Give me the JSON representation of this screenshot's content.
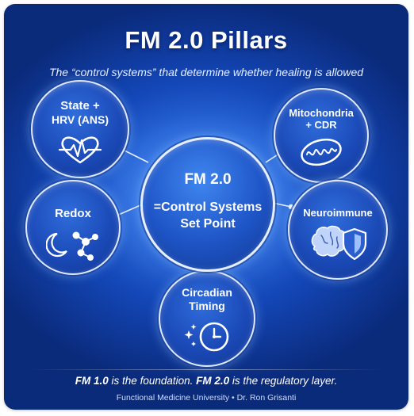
{
  "title": "FM 2.0 Pillars",
  "subtitle": "The “control systems” that determine whether healing is allowed",
  "center": {
    "line1": "FM 2.0",
    "line2": "=Control Systems",
    "line3": "Set Point"
  },
  "pillars": {
    "state": {
      "line1": "State +",
      "line2": "HRV (ANS)",
      "icon": "heart-ecg-icon"
    },
    "mito": {
      "line1": "Mitochondria",
      "line2": "+ CDR",
      "icon": "mitochondria-icon"
    },
    "redox": {
      "label": "Redox",
      "icon": "moon-molecule-icon"
    },
    "neuro": {
      "label": "Neuroimmune",
      "icon": "brain-shield-icon"
    },
    "circadian": {
      "line1": "Circadian",
      "line2": "Timing",
      "icon": "clock-icon"
    }
  },
  "footer": {
    "part1": "FM 1.0",
    "part2": " is the foundation. ",
    "part3": "FM 2.0",
    "part4": " is the regulatory layer.",
    "credit": "Functional Medicine University • Dr. Ron Grisanti"
  },
  "colors": {
    "background_dark": "#0a2a7a",
    "background_mid": "#1447b8",
    "node_border": "#dfe9ff",
    "accent_light": "#6aa8ff"
  }
}
